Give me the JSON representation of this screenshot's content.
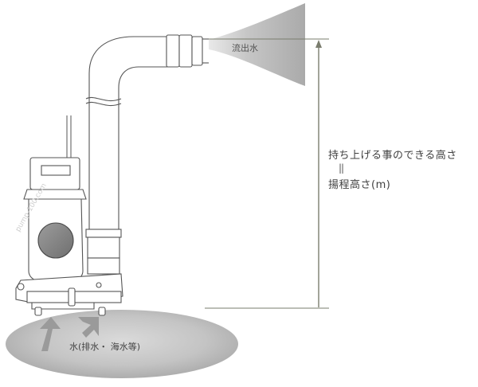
{
  "labels": {
    "outflow": "流出水",
    "lift_line1": "持ち上げる事のできる高さ",
    "equals": "||",
    "lift_line2": "揚程高さ(m)",
    "water_source": "水(排水・ 海水等)",
    "watermark": "pump-100.com"
  },
  "colors": {
    "outline": "#555555",
    "measure_line": "#7a7d6e",
    "water_gray": "#a9a9a9",
    "arrow_gray": "#9a9a9a"
  }
}
